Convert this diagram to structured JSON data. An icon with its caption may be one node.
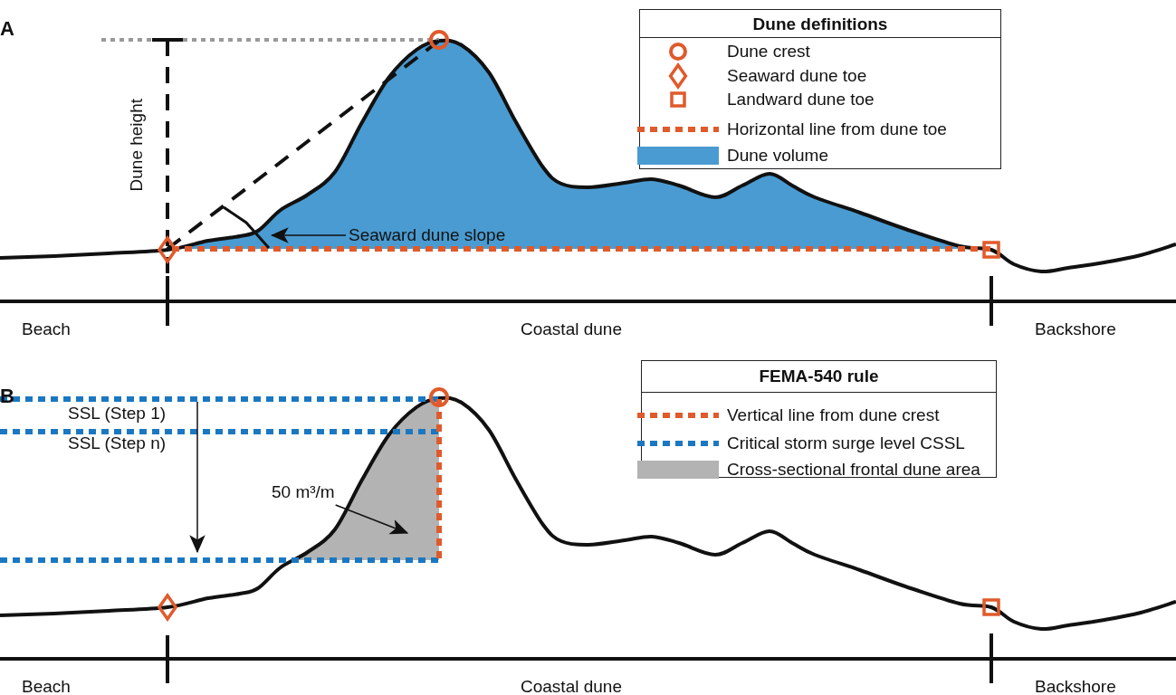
{
  "diagram": {
    "nodes": [
      {
        "text": [
          "Seaward dune slope"
        ]
      },
      {
        "text": [
          "50 m³/m"
        ]
      },
      {
        "text": [],
        "shape": "arc"
      }
    ],
    "edges": [
      {
        "from": 0,
        "to": 2,
        "arrow": "to"
      },
      {
        "from": 1,
        "to": null,
        "arrow": "to"
      }
    ],
    "labels": [
      "A",
      "Dune definitions",
      "Dune height",
      "Beach",
      "Coastal dune",
      "Backshore",
      "B",
      "SSL (Step 1)",
      "SSL (Step n)",
      "FEMA-540 rule",
      "Beach",
      "Coastal dune",
      "Backshore"
    ],
    "legend": [
      {
        "text": "Dune crest"
      },
      {
        "text": "Seaward dune toe"
      },
      {
        "text": "Landward dune toe"
      },
      {
        "text": "Horizontal line from dune toe"
      },
      {
        "text": "Dune volume",
        "color": "#4a9bd1"
      },
      {
        "text": "Vertical line from dune crest"
      },
      {
        "text": "Critical storm surge level CSSL"
      },
      {
        "text": "Cross-sectional frontal dune area",
        "color": "#b3b3b3"
      }
    ]
  }
}
